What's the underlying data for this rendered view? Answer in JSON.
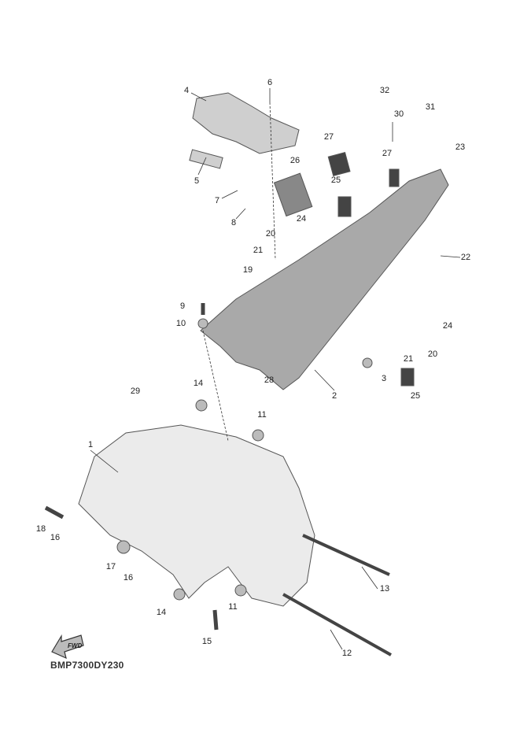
{
  "diagram": {
    "code": "BMP7300DY230",
    "fwd_label": "FWD",
    "callouts": [
      "4",
      "6",
      "5",
      "7",
      "8",
      "32",
      "31",
      "30",
      "27",
      "27",
      "23",
      "26",
      "25",
      "24",
      "20",
      "21",
      "22",
      "19",
      "9",
      "10",
      "24",
      "20",
      "21",
      "28",
      "3",
      "2",
      "25",
      "29",
      "14",
      "11",
      "1",
      "18",
      "16",
      "17",
      "16",
      "13",
      "14",
      "11",
      "15",
      "12"
    ]
  }
}
